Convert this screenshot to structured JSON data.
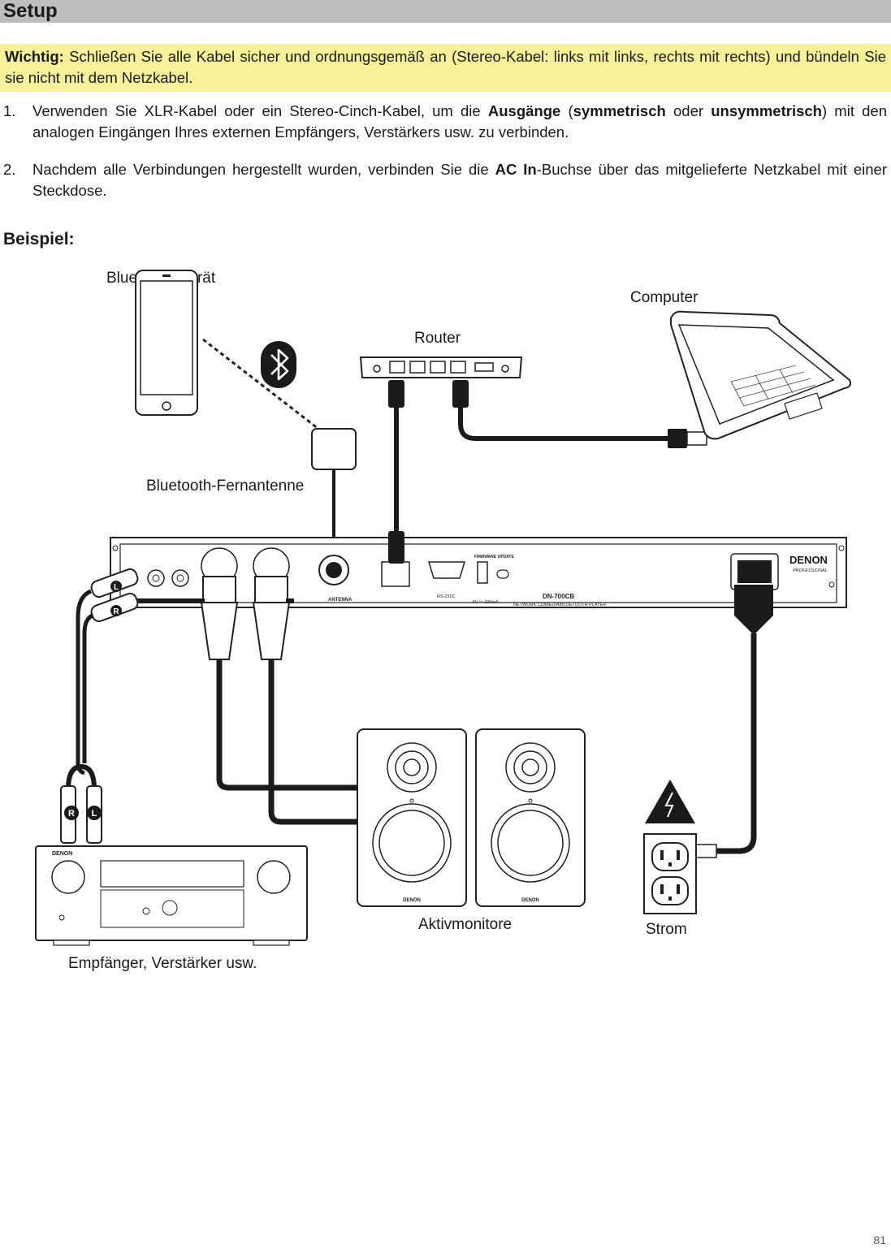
{
  "section": {
    "title": "Setup"
  },
  "note": {
    "label": "Wichtig:",
    "text": " Schließen Sie alle Kabel sicher und ordnungsgemäß an (Stereo-Kabel: links mit links, rechts mit rechts) und bündeln Sie sie nicht mit dem Netzkabel."
  },
  "steps": [
    {
      "num": "1.",
      "t1": "Verwenden Sie XLR-Kabel oder ein Stereo-Cinch-Kabel, um die ",
      "b1": "Ausgänge",
      "t2": " (",
      "b2": "symmetrisch",
      "t3": " oder ",
      "b3": "unsymmetrisch",
      "t4": ") mit den analogen Eingängen Ihres externen Empfängers, Verstärkers usw. zu verbinden."
    },
    {
      "num": "2.",
      "t1": "Nachdem alle Verbindungen hergestellt wurden, verbinden Sie die ",
      "b1": "AC In",
      "t2": "-Buchse über das mitgelieferte Netzkabel mit einer Steckdose."
    }
  ],
  "example": {
    "heading": "Beispiel:"
  },
  "diagram": {
    "labels": {
      "bt_device": "Bluetooth-Gerät",
      "computer": "Computer",
      "router": "Router",
      "bt_antenna": "Bluetooth-Fernantenne",
      "receiver": "Empfänger, Verstärker usw.",
      "monitors": "Aktivmonitore",
      "power": "Strom"
    },
    "device": {
      "brand": "DENON",
      "sub_brand": "PROFESSIONAL",
      "model": "DN-700CB",
      "model_desc": "NETWORK CD/MEDIA/BLUETOOTH PLAYER",
      "antenna_label": "ANTENNA",
      "rs232_label": "RS-232C",
      "firmware_label": "FIRMWARE UPDATE",
      "usb_label": "5V ⎓ 200mA"
    },
    "rca_left": "L",
    "rca_right": "R",
    "monitor_brand": "DENON",
    "receiver_brand": "DENON"
  },
  "page_number": "81"
}
